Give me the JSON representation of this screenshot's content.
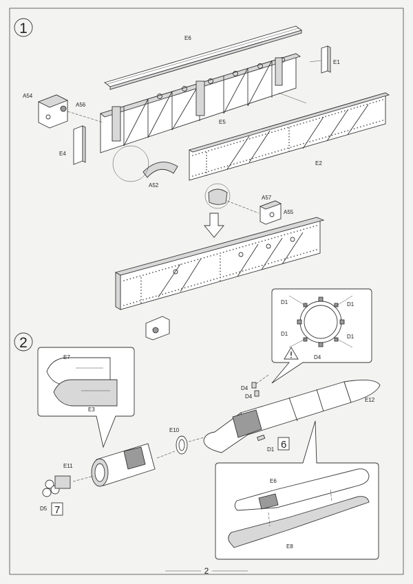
{
  "page_number": "2",
  "steps": {
    "step1": {
      "number": "1",
      "labels": {
        "E6": "E6",
        "E1": "E1",
        "A54": "A54",
        "A56": "A56",
        "E5": "E5",
        "E4": "E4",
        "E2": "E2",
        "A52": "A52",
        "A57": "A57",
        "A55": "A55"
      }
    },
    "step2": {
      "number": "2",
      "labels": {
        "E7": "E7",
        "E3": "E3",
        "D1a": "D1",
        "D1b": "D1",
        "D1c": "D1",
        "D1d": "D1",
        "D4": "D4",
        "D4b": "D4",
        "D4c": "D4",
        "E12": "E12",
        "E10": "E10",
        "D1e": "D1",
        "E11": "E11",
        "D5": "D5",
        "E6": "E6",
        "E8": "E8"
      },
      "subassembly_refs": {
        "ref6": "6",
        "ref7": "7"
      }
    }
  },
  "icons": [
    "warning-triangle-icon",
    "down-arrow-icon"
  ]
}
